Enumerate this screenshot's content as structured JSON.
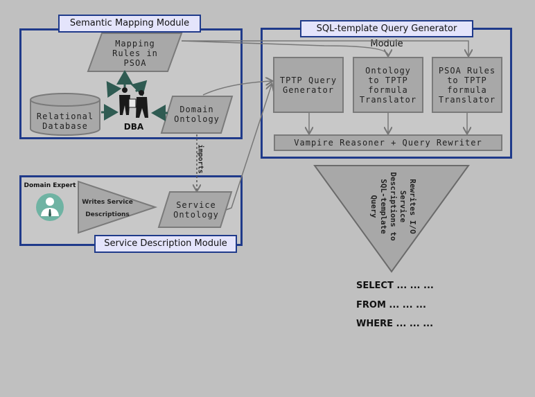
{
  "semantic_module": {
    "title": "Semantic Mapping Module",
    "mapping_rules": "Mapping\nRules in\nPSOA",
    "relational_db": "Relational\nDatabase",
    "dba": "DBA",
    "domain_ontology": "Domain\nOntology"
  },
  "sql_module": {
    "title": "SQL-template Query Generator Module",
    "tptp_generator": "TPTP Query\nGenerator",
    "ontology_translator": "Ontology\nto TPTP\nformula\nTranslator",
    "psoa_translator": "PSOA Rules\nto TPTP\nformula\nTranslator",
    "vampire": "Vampire Reasoner + Query Rewriter"
  },
  "imports_label": "imports",
  "service_module": {
    "title": "Service Description Module",
    "domain_expert": "Domain Expert",
    "writes_line1": "Writes Service",
    "writes_line2": "Descriptions",
    "service_ontology": "Service\nOntology"
  },
  "rewrite_triangle": {
    "line1": "Rewrites I/O",
    "line2": "Service",
    "line3": "Descriptions to",
    "line4": "SQL-template",
    "line5": "Query"
  },
  "sql": {
    "select": "SELECT ... ... ...",
    "from": "FROM ... ... ...",
    "where": "WHERE ... ... ..."
  },
  "colors": {
    "module_border": "#1f3a8a",
    "tab_fill": "#e4e4fb",
    "box_fill": "#a8a8a8",
    "arrow_teal": "#2f5b52",
    "avatar_teal": "#6fb3a3"
  }
}
